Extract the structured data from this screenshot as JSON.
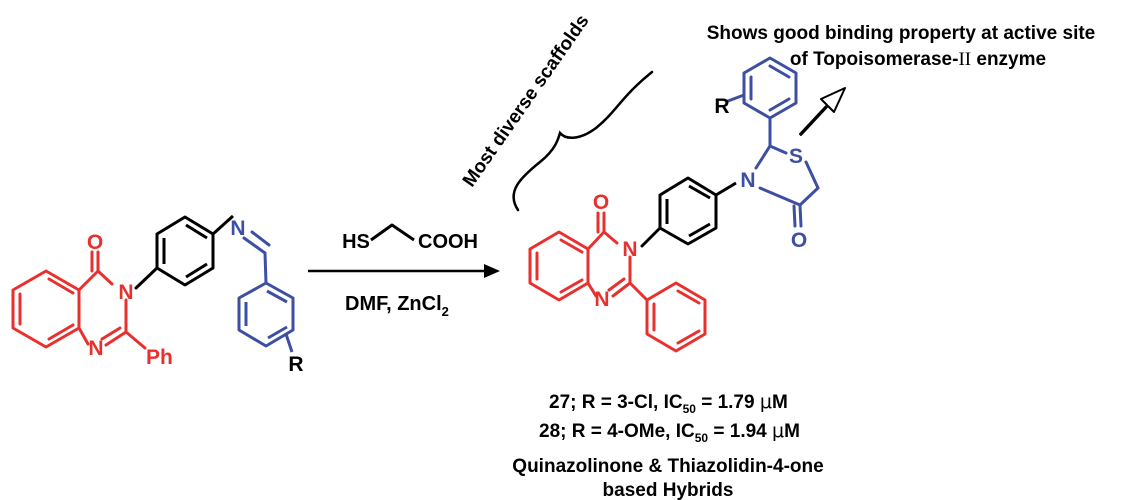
{
  "colors": {
    "quinazolinone": "#e8312f",
    "aryl": "#3d4fa3",
    "ink": "#000000",
    "background": "#ffffff"
  },
  "reactant": {
    "carbonyl_o": "O",
    "n3": "N",
    "n1": "N",
    "phenyl_label": "Ph",
    "imine_n": "N",
    "substituent": "R"
  },
  "reagents": {
    "thiol": "HS",
    "acid": "COOH",
    "conditions_prefix": "DMF, ZnCl",
    "conditions_sub": "2"
  },
  "product": {
    "carbonyl_o": "O",
    "n3": "N",
    "n1": "N",
    "thiazolidinone_n": "N",
    "thiazolidinone_s": "S",
    "thiazolidinone_o": "O",
    "substituent": "R"
  },
  "annotations": {
    "diverse_scaffolds": "Most diverse scaffolds",
    "binding_line1": "Shows good binding property at active site",
    "binding_line2_a": "of Topoisomerase-",
    "binding_line2_numeral": "II",
    "binding_line2_b": " enzyme"
  },
  "compounds": [
    {
      "prefix": "27; R = 3-Cl, IC",
      "sub": "50",
      "value": " = 1.79 ",
      "unit_mu": "μ",
      "unit": "M"
    },
    {
      "prefix": "28; R = 4-OMe, IC",
      "sub": "50",
      "value": " = 1.94 ",
      "unit_mu": "μ",
      "unit": "M"
    }
  ],
  "caption": {
    "line1": "Quinazolinone & Thiazolidin-4-one",
    "line2": "based Hybrids"
  }
}
